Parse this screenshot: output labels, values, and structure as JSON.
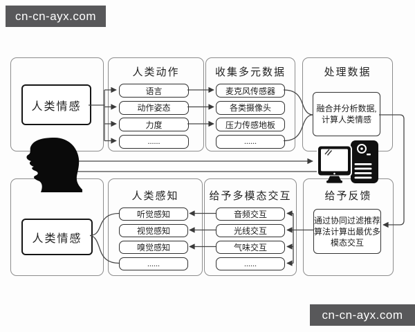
{
  "watermark_top": "cn-cn-ayx.com",
  "watermark_bottom": "cn-cn-ayx.com",
  "colors": {
    "watermark_bg": "#58585a",
    "watermark_text": "#ffffff",
    "panel_border": "#8c8c8c",
    "box_border": "#2f2f2f",
    "line": "#454545",
    "silhouette": "#0a0a0a"
  },
  "panels": {
    "emotion_top": {
      "label": "人类情感"
    },
    "action": {
      "title": "人类动作",
      "items": [
        "语言",
        "动作姿态",
        "力度",
        "......"
      ]
    },
    "collect": {
      "title": "收集多元数据",
      "items": [
        "麦克风传感器",
        "各类摄像头",
        "压力传感地板",
        "......"
      ]
    },
    "process": {
      "title": "处理数据",
      "box_lines": [
        "融合并分析数据,",
        "计算人类情感"
      ]
    },
    "emotion_bottom": {
      "label": "人类情感"
    },
    "perception": {
      "title": "人类感知",
      "items": [
        "听觉感知",
        "视觉感知",
        "嗅觉感知",
        "......"
      ]
    },
    "interaction": {
      "title": "给予多模态交互",
      "items": [
        "音频交互",
        "光线交互",
        "气味交互",
        "......"
      ]
    },
    "feedback": {
      "title": "给予反馈",
      "box_lines": [
        "通过协同过滤推荐",
        "算法计算出最优多",
        "模态交互"
      ]
    }
  },
  "icons": {
    "head": "human-head-profile",
    "computer": "desktop-computer"
  }
}
